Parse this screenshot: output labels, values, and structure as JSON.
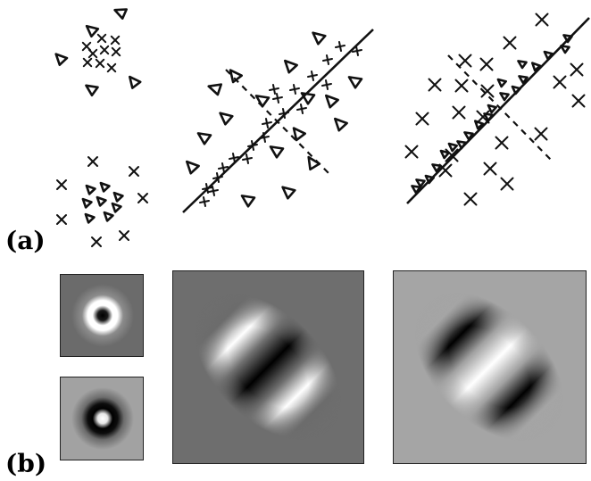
{
  "figure": {
    "panel_a_label": "(a)",
    "panel_b_label": "(b)"
  },
  "panel_a": {
    "plot1": {
      "marker_shapes": [
        "triangle",
        "cross"
      ]
    },
    "plot2": {
      "marker_shapes": [
        "triangle",
        "plus"
      ],
      "has_solid_axis": true,
      "has_dashed_axis": true
    },
    "plot3": {
      "marker_shapes": [
        "triangle",
        "x"
      ],
      "has_solid_axis": true,
      "has_dashed_axis": true
    }
  },
  "panel_b": {
    "filters": [
      {
        "id": "center-surround-on",
        "kind": "center-surround",
        "polarity": "dark-center"
      },
      {
        "id": "center-surround-off",
        "kind": "center-surround",
        "polarity": "bright-center"
      },
      {
        "id": "oriented-gabor-1",
        "kind": "oriented",
        "orientation": "diagonal",
        "polarity": "dark-center"
      },
      {
        "id": "oriented-gabor-2",
        "kind": "oriented",
        "orientation": "diagonal",
        "polarity": "two-dark-lobes"
      }
    ]
  },
  "colors": {
    "ink": "#111111",
    "mid_gray": "#7a7a7a",
    "light_gray": "#a6a6a6",
    "background": "#ffffff"
  }
}
